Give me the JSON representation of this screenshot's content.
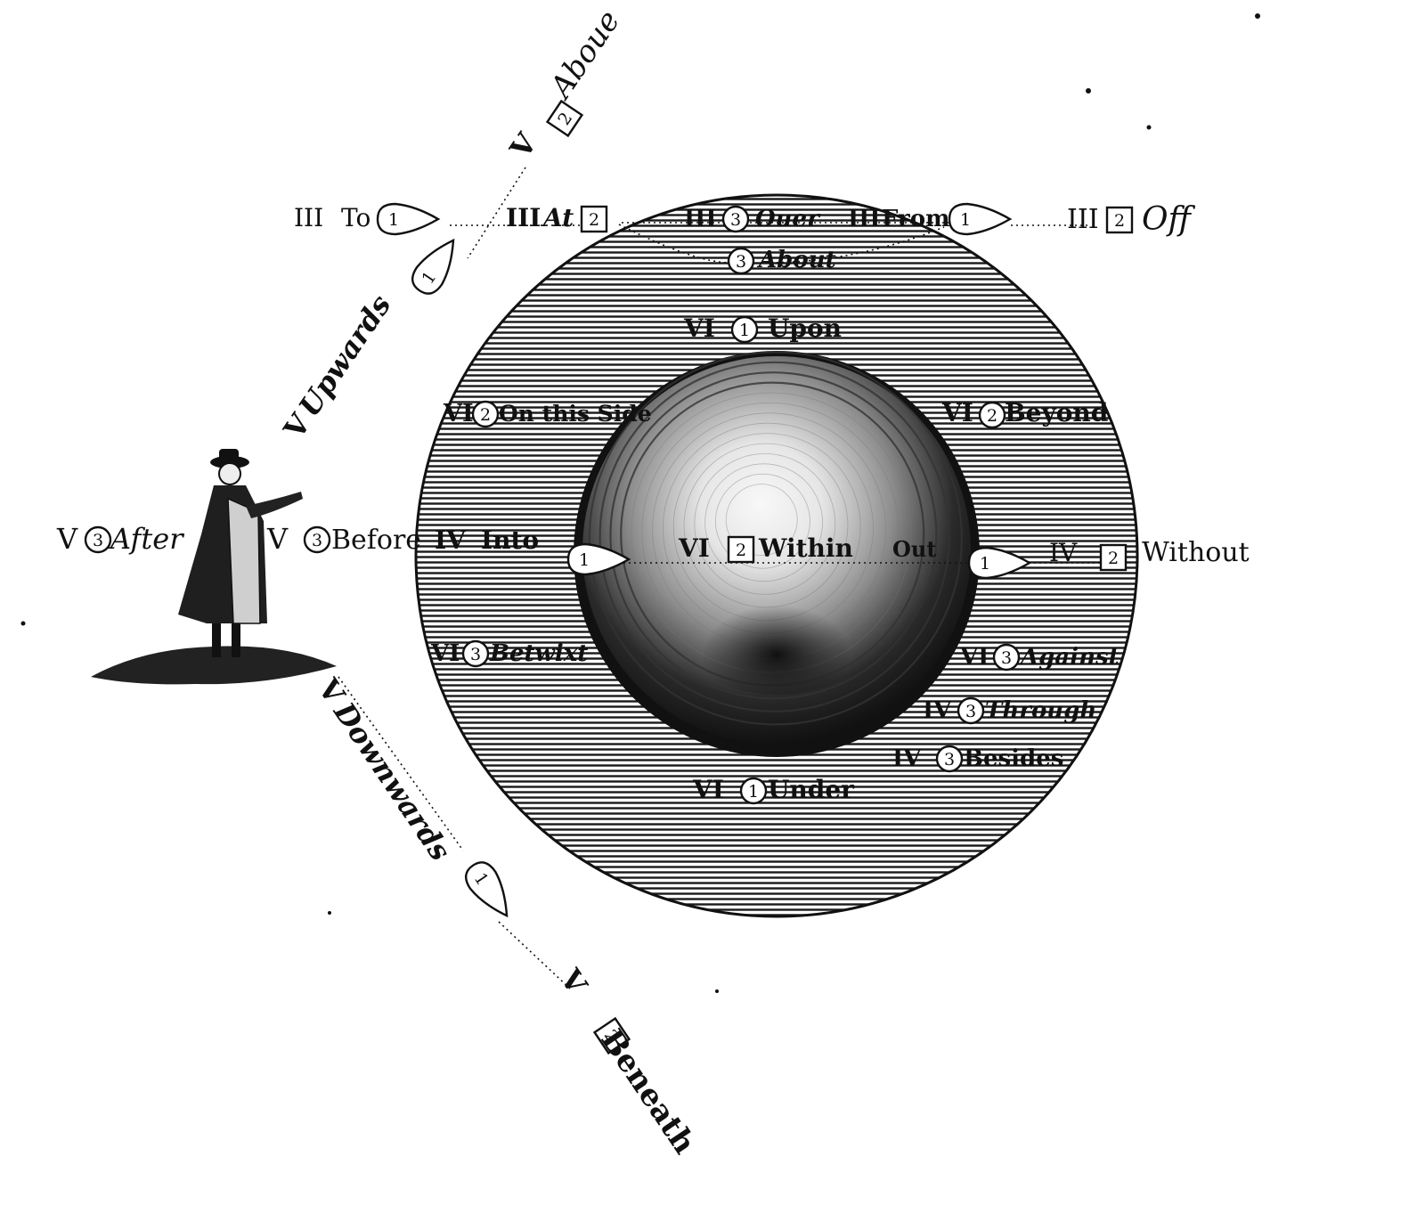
{
  "colors": {
    "ink": "#111111",
    "paper": "#ffffff",
    "disc_hatch": "#1a1a1a",
    "sphere_light": "#f4f4f4",
    "sphere_dark": "#1b1b1b"
  },
  "icons": {
    "circle_marker": "circled-number",
    "square_marker": "boxed-number",
    "drop_marker": "teardrop-numbered",
    "figure": "standing-man-engraving"
  },
  "labels": {
    "to": {
      "prefix": "III",
      "num": "1",
      "word": "To"
    },
    "at": {
      "prefix": "III",
      "num": "2",
      "word": "At"
    },
    "over": {
      "prefix": "III",
      "num": "3",
      "word": "Ouer"
    },
    "from": {
      "prefix": "III",
      "num": "1",
      "word": "From"
    },
    "off": {
      "prefix": "III",
      "num": "2",
      "word": "Off"
    },
    "about": {
      "prefix": "",
      "num": "3",
      "word": "About"
    },
    "upon": {
      "prefix": "VI",
      "num": "1",
      "word": "Upon"
    },
    "on_this_side": {
      "prefix": "VI",
      "num": "2",
      "word": "On this Side"
    },
    "beyond": {
      "prefix": "VI",
      "num": "2",
      "word": "Beyond"
    },
    "after": {
      "prefix": "V",
      "num": "3",
      "word": "After"
    },
    "before": {
      "prefix": "V",
      "num": "3",
      "word": "Before"
    },
    "into": {
      "prefix": "IV",
      "num": "1",
      "word": "Into"
    },
    "within": {
      "prefix": "VI",
      "num": "2",
      "word": "Within"
    },
    "out": {
      "prefix": "",
      "num": "1",
      "word": "Out"
    },
    "without": {
      "prefix": "IV",
      "num": "2",
      "word": "Without"
    },
    "betwixt": {
      "prefix": "VI",
      "num": "3",
      "word": "Betwixt"
    },
    "against": {
      "prefix": "VI",
      "num": "3",
      "word": "Against"
    },
    "through": {
      "prefix": "IV",
      "num": "3",
      "word": "Through"
    },
    "besides": {
      "prefix": "IV",
      "num": "3",
      "word": "Besides"
    },
    "under": {
      "prefix": "VI",
      "num": "1",
      "word": "Under"
    },
    "above": {
      "prefix": "V",
      "num": "2",
      "word": "Aboue"
    },
    "upwards": {
      "prefix": "V",
      "num": "1",
      "word": "Upwards"
    },
    "downwards": {
      "prefix": "V",
      "num": "1",
      "word": "Downwards"
    },
    "beneath": {
      "prefix": "V",
      "num": "2",
      "word": "Beneath"
    }
  }
}
